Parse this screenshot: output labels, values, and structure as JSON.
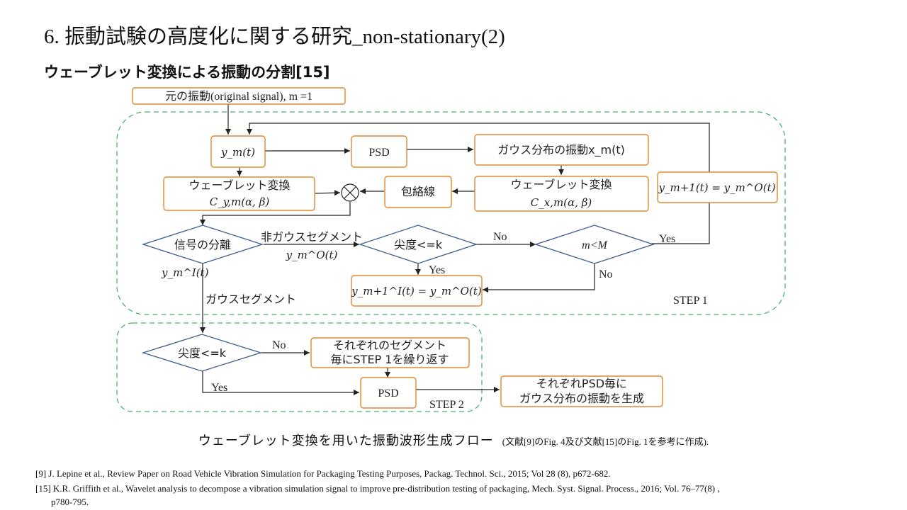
{
  "title": "6. 振動試験の高度化に関する研究_non-stationary(2)",
  "subtitle": "ウェーブレット変換による振動の分割[15]",
  "flow": {
    "start": "元の振動(original signal), m =1",
    "ym": "y_m(t)",
    "psd": "PSD",
    "gauss_xm": "ガウス分布の振動x_m(t)",
    "wt_label": "ウェーブレット変換",
    "c_ym": "C_y,m(α, β)",
    "c_xm": "C_x,m(α, β)",
    "envelope": "包絡線",
    "ym_next": "y_m+1(t) = y_m^O(t)",
    "split": "信号の分離",
    "non_gauss": "非ガウスセグメント",
    "ym_o": "y_m^O(t)",
    "ym_i": "y_m^I(t)",
    "kurt": "尖度<=k",
    "m_lt_M": "m<M",
    "yes": "Yes",
    "no": "No",
    "ym1_i": "y_m+1^I(t) = y_m^O(t)",
    "gauss_seg": "ガウスセグメント",
    "step1": "STEP 1",
    "each_seg_line1": "それぞれのセグメント",
    "each_seg_line2": "毎にSTEP 1を繰り返す",
    "psd2": "PSD",
    "step2": "STEP 2",
    "gen_line1": "それぞれPSD毎に",
    "gen_line2": "ガウス分布の振動を生成"
  },
  "caption": {
    "main": "ウェーブレット変換を用いた振動波形生成フロー",
    "note": "(文献[9]のFig. 4及び文献[15]のFig. 1を参考に作成)."
  },
  "references": [
    "[9] J. Lepine et al., Review Paper on Road Vehicle Vibration Simulation for Packaging Testing Purposes, Packag. Technol. Sci., 2015; Vol 28 (8), p672-682.",
    "[15] K.R. Griffith et al., Wavelet analysis to decompose a vibration simulation signal to improve pre-distribution testing of packaging, Mech. Syst. Signal. Process., 2016; Vol. 76–77(8) ,",
    "p780-795."
  ],
  "colors": {
    "box_border": "#e0882f",
    "diamond_border": "#3b5a8c",
    "step_border": "#4caf70"
  }
}
